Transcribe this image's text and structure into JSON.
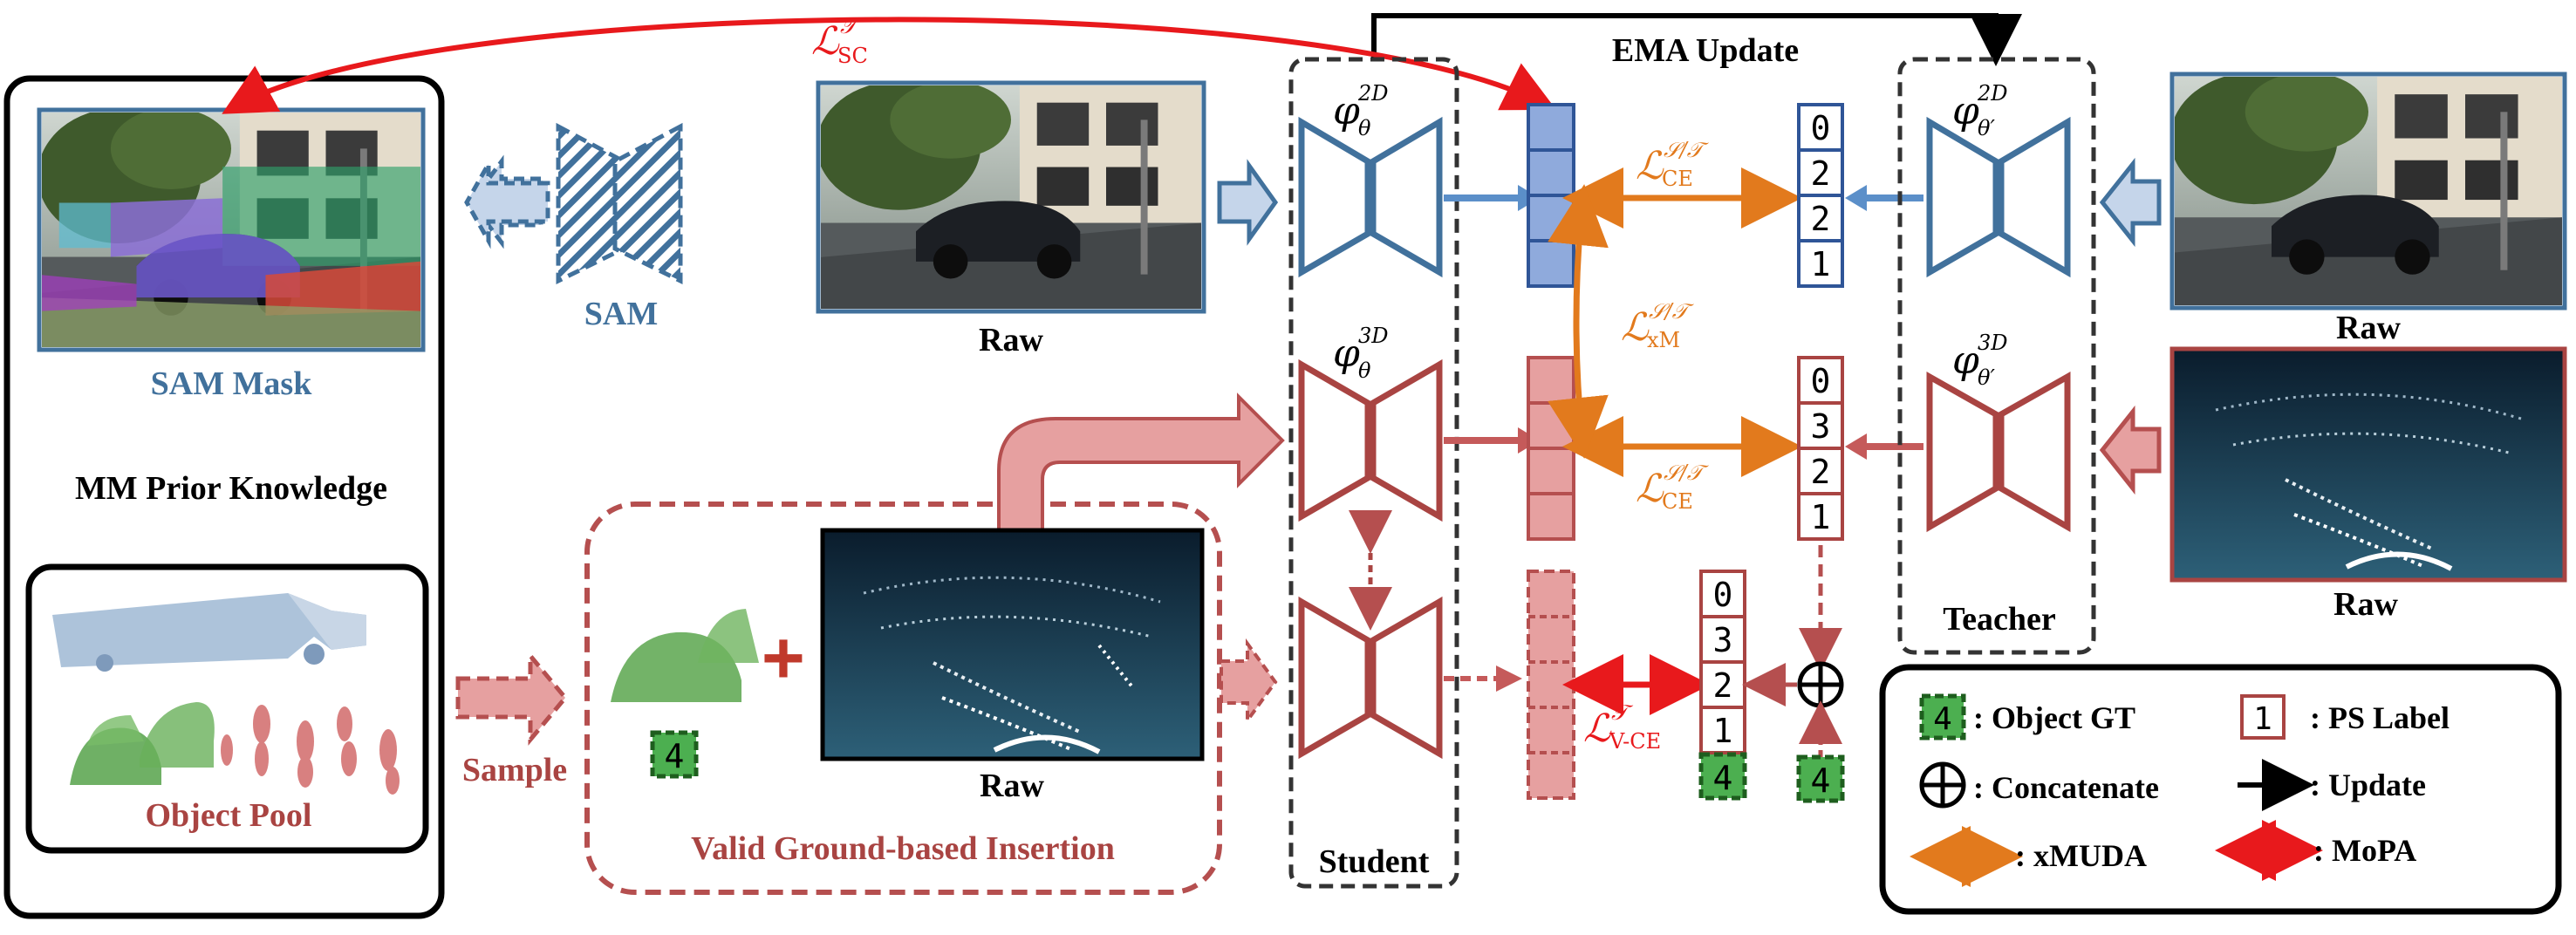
{
  "labels": {
    "ema_update": "EMA Update",
    "sam": "SAM",
    "sam_mask": "SAM Mask",
    "mm_prior": "MM Prior Knowledge",
    "object_pool": "Object Pool",
    "sample": "Sample",
    "valid_insertion": "Valid Ground-based Insertion",
    "student": "Student",
    "teacher": "Teacher",
    "raw_center": "Raw",
    "raw_right_top": "Raw",
    "raw_right_bottom": "Raw",
    "raw_lidar": "Raw",
    "plus_sign": "+",
    "object_gt_badge": "4"
  },
  "math": {
    "phi_student_2d": "φθ2D",
    "phi_student_3d": "φθ3D",
    "phi_teacher_2d": "φθ′2D",
    "phi_teacher_3d": "φθ′3D",
    "loss_sc": "L SC T",
    "loss_ce_top": "L CE S/T",
    "loss_xm": "L xM S/T",
    "loss_ce_bottom": "L CE S/T",
    "loss_vce": "L V-CE T",
    "concat_symbol": "⊕"
  },
  "label_columns": {
    "top": [
      "0",
      "2",
      "2",
      "1"
    ],
    "middle": [
      "0",
      "3",
      "2",
      "1"
    ],
    "bottom": [
      "0",
      "3",
      "2",
      "1",
      "4"
    ]
  },
  "legend": {
    "object_gt": ": Object GT",
    "ps_label": ": PS Label",
    "concatenate": ": Concatenate",
    "update": ": Update",
    "xmuda": ": xMUDA",
    "mopa": ": MoPA",
    "gt_badge": "4",
    "ps_badge": "1"
  },
  "colors": {
    "blue": "#41719c",
    "blue_light": "#c5d5ea",
    "blue_fill": "#8faadc",
    "red": "#a94442",
    "red_fill": "#e6a0a0",
    "orange": "#e27a1d",
    "bright_red": "#e8191c",
    "green": "#3a9a3a",
    "black": "#000000"
  }
}
